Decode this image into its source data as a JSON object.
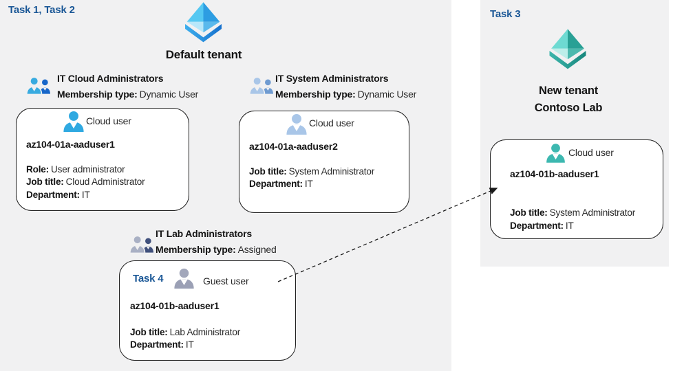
{
  "left": {
    "task_label": "Task 1, Task 2",
    "tenant_name": "Default tenant",
    "groups": {
      "cloud": {
        "title": "IT Cloud Administrators",
        "membership_label": "Membership type:",
        "membership_value": "Dynamic User"
      },
      "system": {
        "title": "IT System Administrators",
        "membership_label": "Membership type:",
        "membership_value": "Dynamic User"
      },
      "lab": {
        "title": "IT Lab Administrators",
        "membership_label": "Membership type:",
        "membership_value": "Assigned"
      }
    },
    "users": {
      "user1": {
        "kind": "Cloud user",
        "name": "az104-01a-aaduser1",
        "role_label": "Role:",
        "role_value": "User administrator",
        "job_label": "Job title:",
        "job_value": "Cloud Administrator",
        "dept_label": "Department:",
        "dept_value": "IT"
      },
      "user2": {
        "kind": "Cloud user",
        "name": "az104-01a-aaduser2",
        "job_label": "Job title:",
        "job_value": "System Administrator",
        "dept_label": "Department:",
        "dept_value": "IT"
      },
      "guest": {
        "task_label": "Task 4",
        "kind": "Guest user",
        "name": "az104-01b-aaduser1",
        "job_label": "Job title:",
        "job_value": "Lab Administrator",
        "dept_label": "Department:",
        "dept_value": "IT"
      }
    }
  },
  "right": {
    "task_label": "Task 3",
    "tenant_line1": "New tenant",
    "tenant_line2": "Contoso Lab",
    "user": {
      "kind": "Cloud user",
      "name": "az104-01b-aaduser1",
      "job_label": "Job title:",
      "job_value": "System Administrator",
      "dept_label": "Department:",
      "dept_value": "IT"
    }
  },
  "icons": {
    "tenant_blue": "entra-tenant-pyramid-blue",
    "tenant_teal": "entra-tenant-pyramid-teal",
    "group": "two-users-group-icon",
    "user": "single-user-silhouette-icon"
  },
  "colors": {
    "panel_bg": "#f1f1f2",
    "task_text": "#1a5796",
    "card_border": "#222222",
    "user_bright_blue": "#2fa9e1",
    "user_steel_blue": "#a9c6e8",
    "user_gray": "#a2a7bb",
    "user_teal": "#3db8b0",
    "group1_front": "#38abe0",
    "group1_back": "#1766c9",
    "group2_front": "#a9c6e8",
    "group2_back": "#6f9bd1",
    "group3_front": "#a9b0c4",
    "group3_back": "#40507c"
  },
  "connector": {
    "style": "dashed-arrow",
    "from": "guest-user-card",
    "to": "new-tenant-user-card"
  }
}
